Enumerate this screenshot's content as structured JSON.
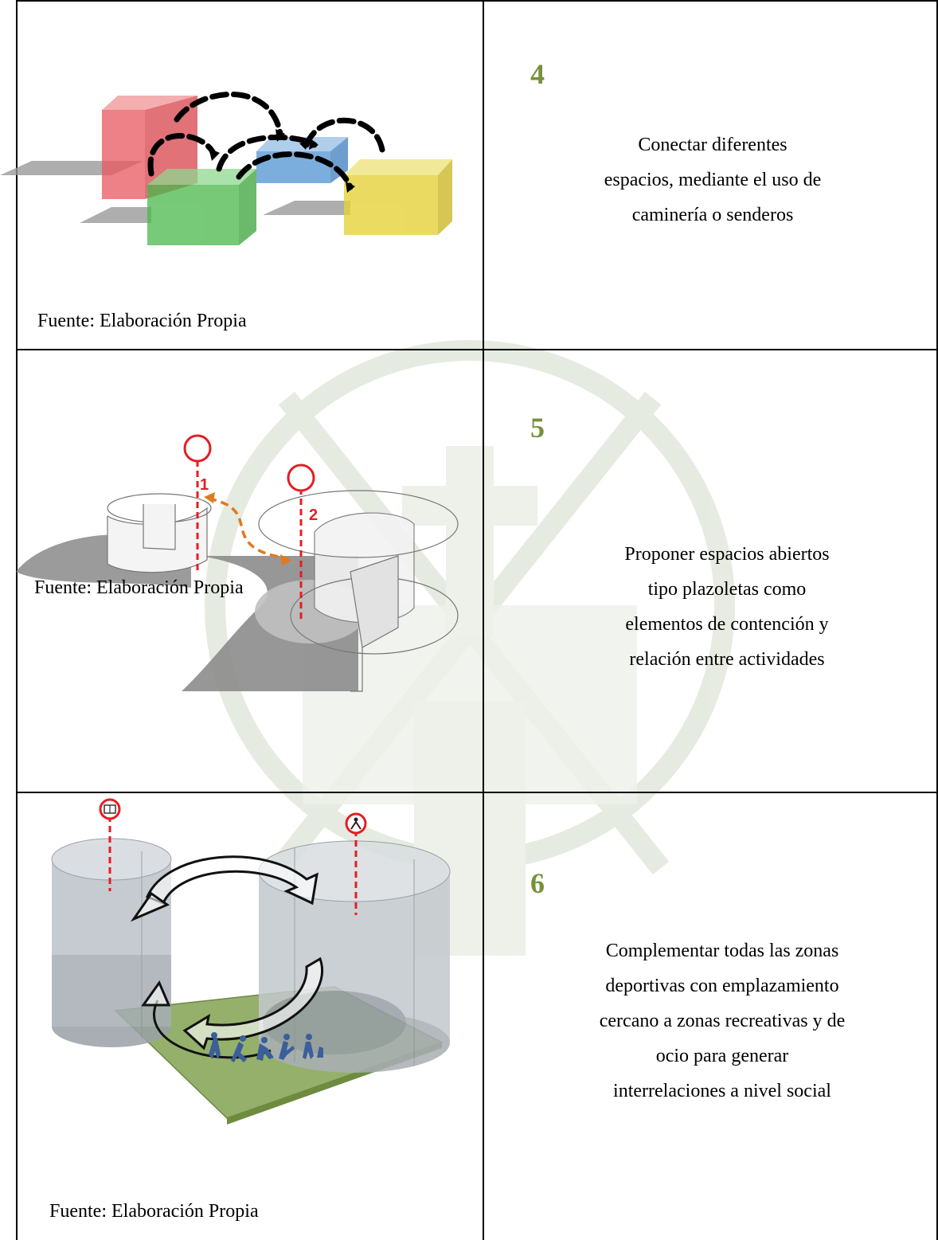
{
  "rows": [
    {
      "number": "4",
      "description_lines": [
        "Conectar diferentes",
        "espacios, mediante el uso de",
        "caminería o senderos"
      ],
      "caption": "Fuente: Elaboración Propia"
    },
    {
      "number": "5",
      "description_lines": [
        "Proponer espacios abiertos",
        "tipo plazoletas como",
        "elementos de contención y",
        "relación entre actividades"
      ],
      "caption": "Fuente: Elaboración Propia",
      "markers": [
        "1",
        "2"
      ]
    },
    {
      "number": "6",
      "description_lines": [
        "Complementar todas las zonas",
        "deportivas con emplazamiento",
        "cercano a zonas recreativas y de",
        "ocio para generar",
        "interrelaciones a nivel social"
      ],
      "caption": "Fuente: Elaboración Propia"
    }
  ],
  "colors": {
    "number_accent": "#76923c",
    "marker_red": "#e31e24",
    "arrow_orange": "#e07a1f",
    "box_red": "#e8585f",
    "box_blue": "#5b9bd5",
    "box_green": "#4ab84a",
    "box_yellow": "#e6d23a",
    "field_green": "#8aa85a"
  },
  "icons": [
    "watermark-seal",
    "book-icon",
    "running-people-icon"
  ]
}
